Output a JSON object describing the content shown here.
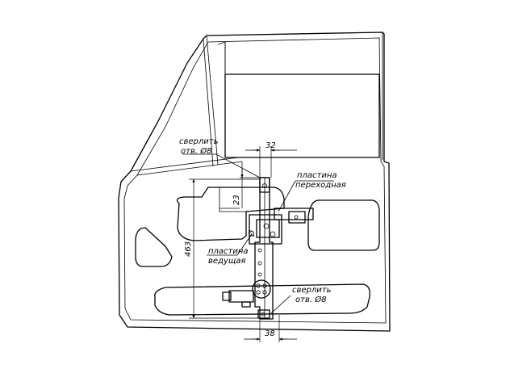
{
  "labels": {
    "drill_top_1": "сверлить",
    "drill_top_2": "отв. Ø8",
    "plate_transition_1": "пластина",
    "plate_transition_2": "переходная",
    "plate_drive_1": "пластина",
    "plate_drive_2": "ведущая",
    "drill_bottom_1": "сверлить",
    "drill_bottom_2": "отв. Ø8"
  },
  "dimensions": {
    "width_top": "32",
    "offset_top": "23",
    "height_main": "463",
    "width_bottom": "38",
    "motor_hole": "Ø"
  }
}
